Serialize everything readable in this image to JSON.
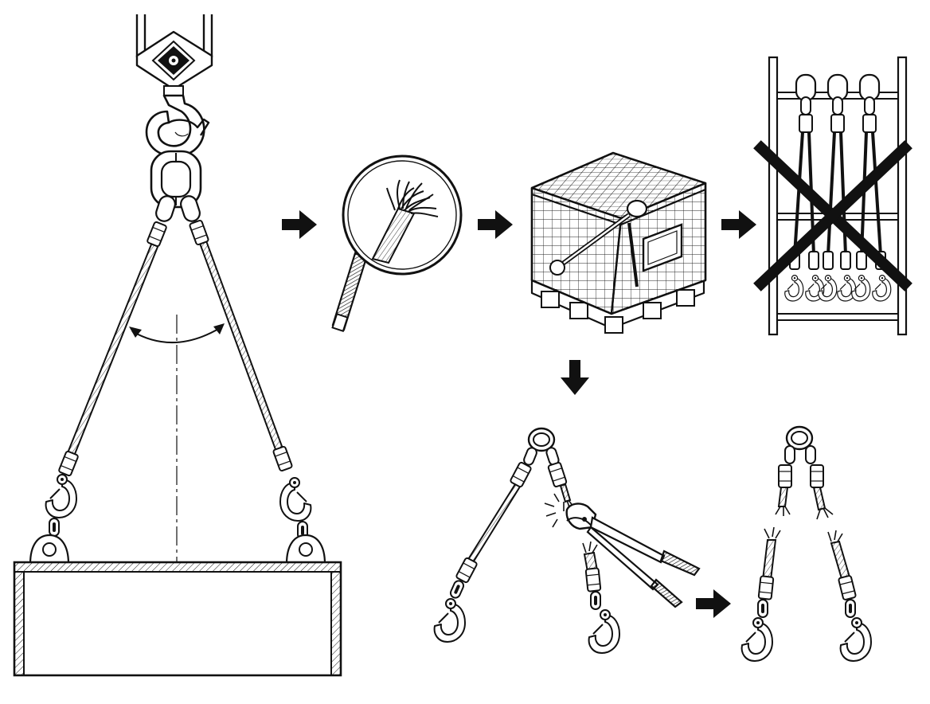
{
  "diagram": {
    "kind": "wire-rope sling inspection and discard procedure",
    "labels": [],
    "panels": [
      {
        "id": "sling-in-use",
        "depicts": [
          "crane-block",
          "crane-hook",
          "master-link",
          "two-leg-wire-rope-sling",
          "sling-angle-arc",
          "centerline",
          "load-hooks",
          "load-box"
        ]
      },
      {
        "id": "inspect-broken-wires",
        "depicts": [
          "magnifying-glass",
          "frayed-rope-end"
        ]
      },
      {
        "id": "quarantine-cage",
        "depicts": [
          "mesh-cage",
          "pallet",
          "damaged-sling",
          "tag-label"
        ]
      },
      {
        "id": "not-returned-to-rack",
        "depicts": [
          "storage-rack",
          "three-slings",
          "cross-out-mark"
        ]
      },
      {
        "id": "cut-sling",
        "depicts": [
          "master-link",
          "sling-legs",
          "bolt-cutter",
          "cut-spark"
        ]
      },
      {
        "id": "destroyed-sling",
        "depicts": [
          "master-link",
          "cut-leg-stubs",
          "hooks-with-cut-ropes"
        ]
      }
    ],
    "arrows": [
      {
        "from": "sling-in-use",
        "to": "inspect-broken-wires"
      },
      {
        "from": "inspect-broken-wires",
        "to": "quarantine-cage"
      },
      {
        "from": "quarantine-cage",
        "to": "not-returned-to-rack"
      },
      {
        "from": "quarantine-cage",
        "to": "cut-sling"
      },
      {
        "from": "cut-sling",
        "to": "destroyed-sling"
      }
    ],
    "colors": {
      "line": "#111111",
      "fill": "#ffffff",
      "hatch": "#555555",
      "light": "#e9e9e9"
    }
  }
}
